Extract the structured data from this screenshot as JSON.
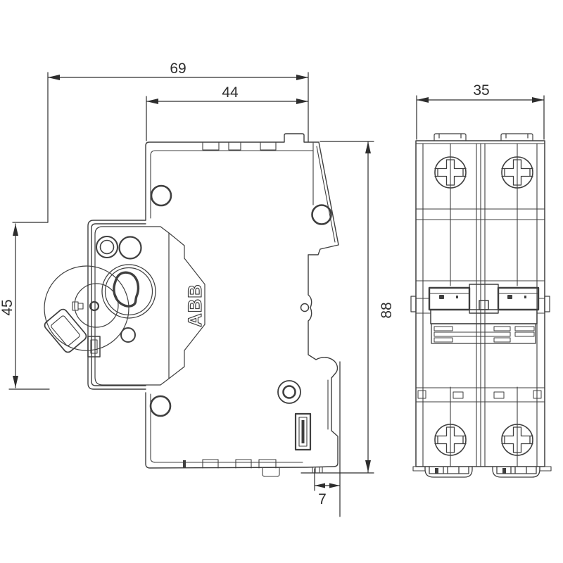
{
  "page": {
    "background_color": "#ffffff",
    "line_color": "#3f3f3f",
    "dimension_line_color": "#2d2d2d"
  },
  "drawing": {
    "brand_label": "ABB",
    "dimensions": {
      "overall_depth": "69",
      "upper_body_depth": "44",
      "front_section_height": "45",
      "overall_height": "88",
      "din_clip_depth": "7",
      "front_width": "35"
    }
  }
}
